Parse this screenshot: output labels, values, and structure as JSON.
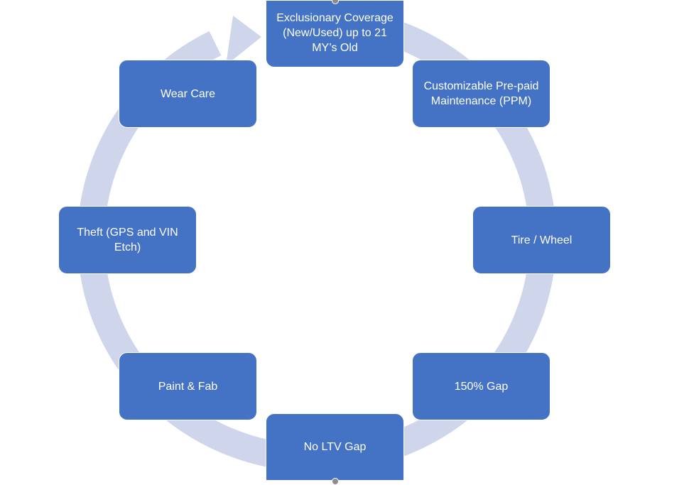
{
  "diagram": {
    "type": "cycle",
    "colors": {
      "node_fill": "#4472c4",
      "node_text": "#ffffff",
      "ring": "#cfd5ea",
      "handle": "#8c8c8c"
    },
    "nodes": [
      {
        "label": "Exclusionary Coverage (New/Used) up to 21 MY’s Old"
      },
      {
        "label": "Customizable Pre-paid Maintenance (PPM)"
      },
      {
        "label": "Tire / Wheel"
      },
      {
        "label": "150% Gap"
      },
      {
        "label": "No LTV Gap"
      },
      {
        "label": "Paint & Fab"
      },
      {
        "label": "Theft (GPS and VIN Etch)"
      },
      {
        "label": "Wear Care"
      }
    ]
  }
}
